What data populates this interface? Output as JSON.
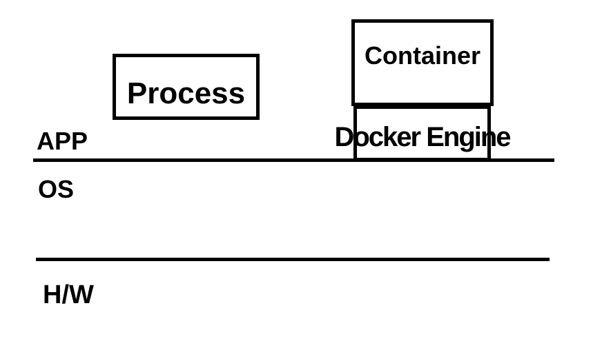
{
  "diagram": {
    "boxes": [
      {
        "id": "process",
        "label": "Process"
      },
      {
        "id": "container",
        "label": "Container"
      },
      {
        "id": "docker_engine",
        "label": "Docker Engine"
      }
    ],
    "layers": [
      {
        "id": "app",
        "label": "APP"
      },
      {
        "id": "os",
        "label": "OS"
      },
      {
        "id": "hw",
        "label": "H/W"
      }
    ],
    "colors": {
      "ink": "#000000",
      "background": "#ffffff"
    }
  }
}
